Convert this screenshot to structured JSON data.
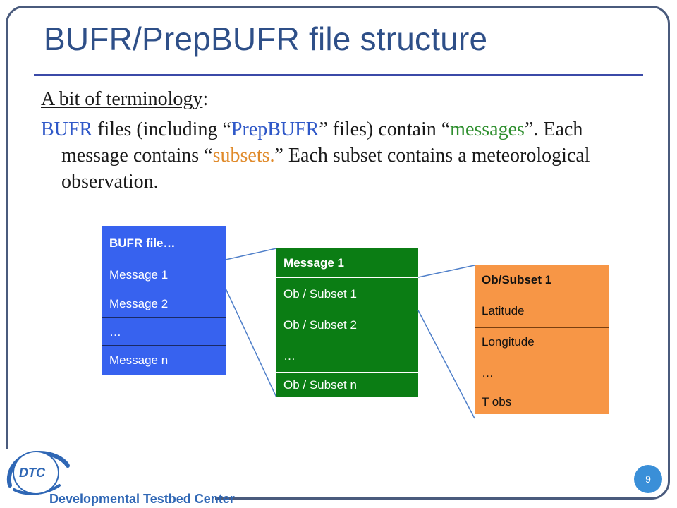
{
  "slide": {
    "title": "BUFR/PrepBUFR file structure",
    "para1": {
      "heading": "A bit of terminology",
      "colon": ":"
    },
    "para2": {
      "t1": "BUFR",
      "t2": " files (including “",
      "t3": "PrepBUFR",
      "t4": "” files) contain “",
      "t5": "messages",
      "t6": "”. Each message contains “",
      "t7": "subsets.",
      "t8": "” Each subset contains a meteorological observation."
    },
    "page_number": "9"
  },
  "colors": {
    "title": "#2e4f88",
    "bufr": "#2f58c8",
    "messages": "#2f8f2f",
    "subsets": "#e08a2a",
    "blue_box": "#3762ef",
    "green_box": "#0b7d14",
    "orange_box": "#f79646"
  },
  "diagram": {
    "bufr_file": {
      "header": "BUFR file…",
      "items": [
        "Message 1",
        "Message 2",
        "…",
        "Message n"
      ]
    },
    "message": {
      "header": "Message 1",
      "items": [
        "Ob / Subset 1",
        "Ob / Subset 2",
        "…",
        "Ob / Subset n"
      ]
    },
    "subset": {
      "header": "Ob/Subset 1",
      "items": [
        "Latitude",
        "Longitude",
        "…",
        "T obs"
      ]
    }
  },
  "logo": {
    "abbr": "DTC",
    "name": "Developmental Testbed Center"
  }
}
